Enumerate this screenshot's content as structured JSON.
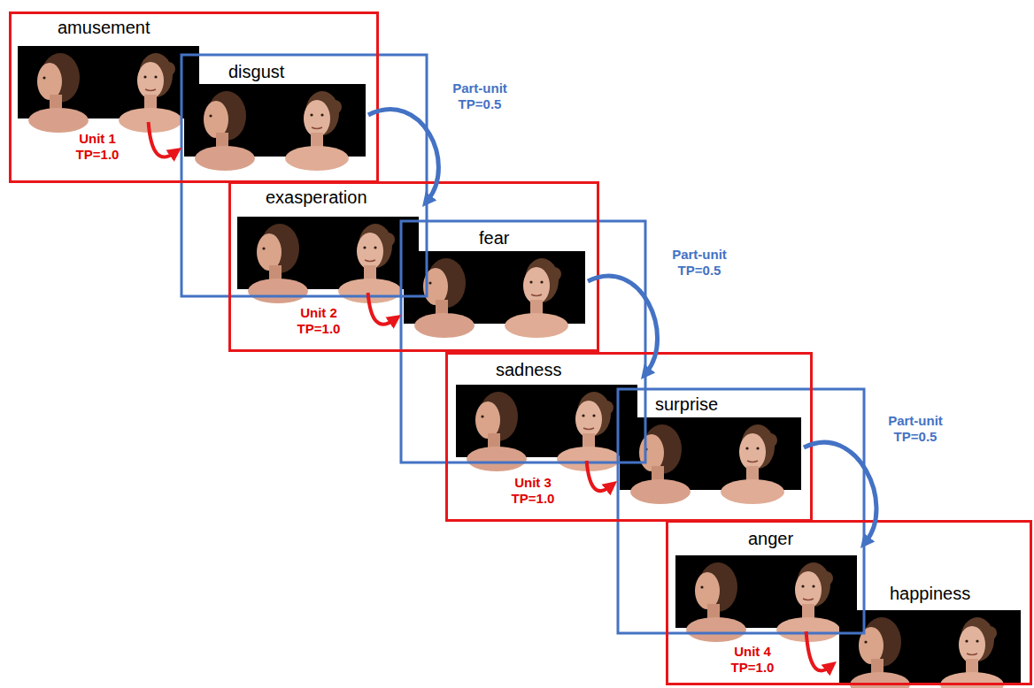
{
  "diagram": {
    "nodes": [
      {
        "text": [
          "Unit 1 TP=1.0"
        ]
      },
      {
        "text": [
          "amusement"
        ],
        "in": 0
      },
      {
        "text": [
          "disgust"
        ],
        "in": 0
      },
      {
        "text": [
          "Unit 2 TP=1.0"
        ]
      },
      {
        "text": [
          "exasperation"
        ],
        "in": 3
      },
      {
        "text": [
          "fear"
        ],
        "in": 3
      },
      {
        "text": [
          "Unit 3 TP=1.0"
        ]
      },
      {
        "text": [
          "sadness"
        ],
        "in": 6
      },
      {
        "text": [
          "surprise"
        ],
        "in": 6
      },
      {
        "text": [
          "Unit 4 TP=1.0"
        ]
      },
      {
        "text": [
          "anger"
        ],
        "in": 9
      },
      {
        "text": [
          "happiness"
        ],
        "in": 9
      }
    ],
    "edges": [
      {
        "from": 1,
        "to": 2,
        "arrow": "to"
      },
      {
        "from": 2,
        "to": 4,
        "arrow": "to",
        "label": "Part-unit TP=0.5"
      },
      {
        "from": 4,
        "to": 5,
        "arrow": "to"
      },
      {
        "from": 5,
        "to": 7,
        "arrow": "to",
        "label": "Part-unit TP=0.5"
      },
      {
        "from": 7,
        "to": 8,
        "arrow": "to"
      },
      {
        "from": 8,
        "to": 10,
        "arrow": "to",
        "label": "Part-unit TP=0.5"
      },
      {
        "from": 10,
        "to": 11,
        "arrow": "to"
      }
    ]
  }
}
